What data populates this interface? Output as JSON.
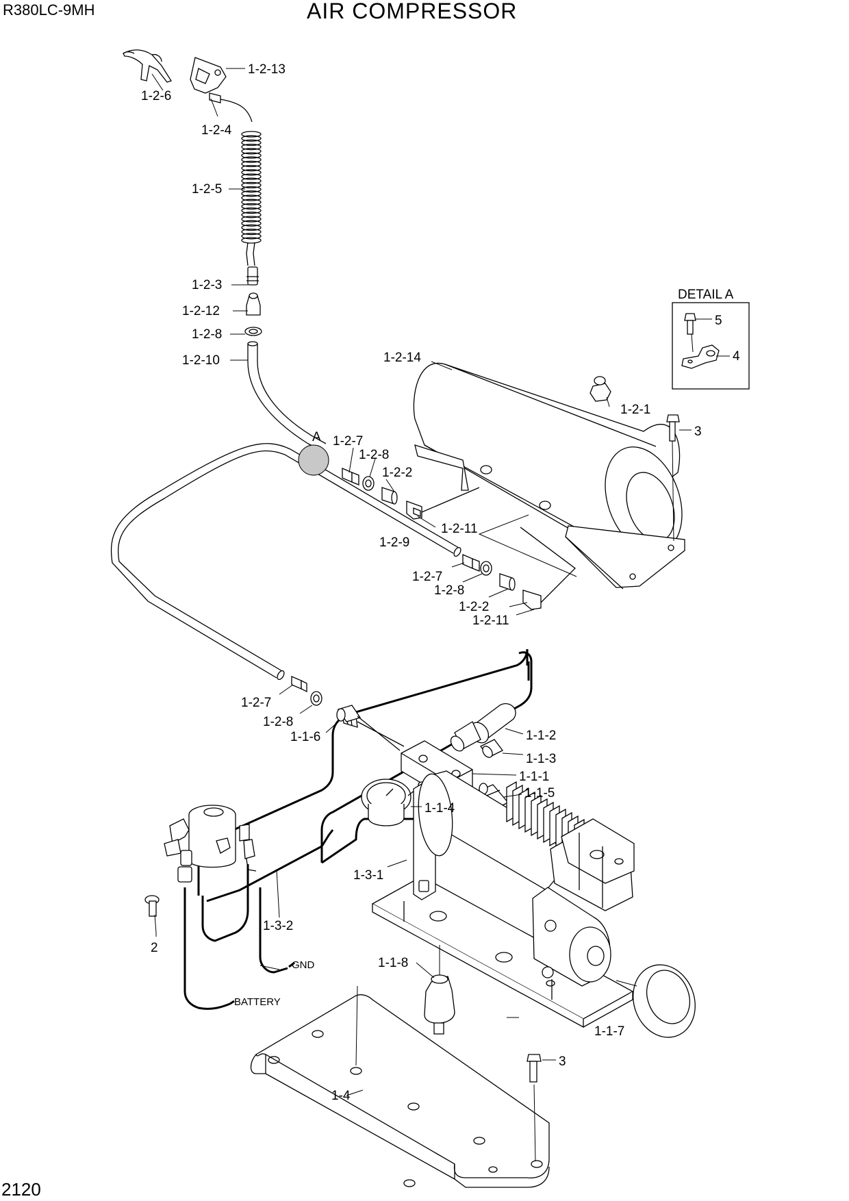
{
  "header": {
    "model": "R380LC-9MH",
    "title": "AIR COMPRESSOR",
    "page_number": "2120"
  },
  "detail_box": {
    "title": "DETAIL A",
    "callouts": [
      "5",
      "4"
    ]
  },
  "marker": "A",
  "wire_labels": {
    "ground": "GND",
    "battery": "BATTERY"
  },
  "callouts": {
    "c_1_2_13": "1-2-13",
    "c_1_2_6": "1-2-6",
    "c_1_2_4": "1-2-4",
    "c_1_2_5": "1-2-5",
    "c_1_2_3": "1-2-3",
    "c_1_2_12": "1-2-12",
    "c_1_2_8_top": "1-2-8",
    "c_1_2_10": "1-2-10",
    "c_1_2_14": "1-2-14",
    "c_1_2_1": "1-2-1",
    "c_3_tank": "3",
    "c_1_2_7_a": "1-2-7",
    "c_1_2_8_a": "1-2-8",
    "c_1_2_2_a": "1-2-2",
    "c_1_2_11_a": "1-2-11",
    "c_1_2_9": "1-2-9",
    "c_1_2_7_b": "1-2-7",
    "c_1_2_8_b": "1-2-8",
    "c_1_2_2_b": "1-2-2",
    "c_1_2_11_b": "1-2-11",
    "c_1_2_7_c": "1-2-7",
    "c_1_2_8_c": "1-2-8",
    "c_1_1_6": "1-1-6",
    "c_1_1_2": "1-1-2",
    "c_1_1_3": "1-1-3",
    "c_1_1_1": "1-1-1",
    "c_1_1_5": "1-1-5",
    "c_1_1_4": "1-1-4",
    "c_1_3_1": "1-3-1",
    "c_1_3_2": "1-3-2",
    "c_2": "2",
    "c_1_1_8": "1-1-8",
    "c_1_1_7": "1-1-7",
    "c_3_base": "3",
    "c_1_4": "1-4"
  }
}
